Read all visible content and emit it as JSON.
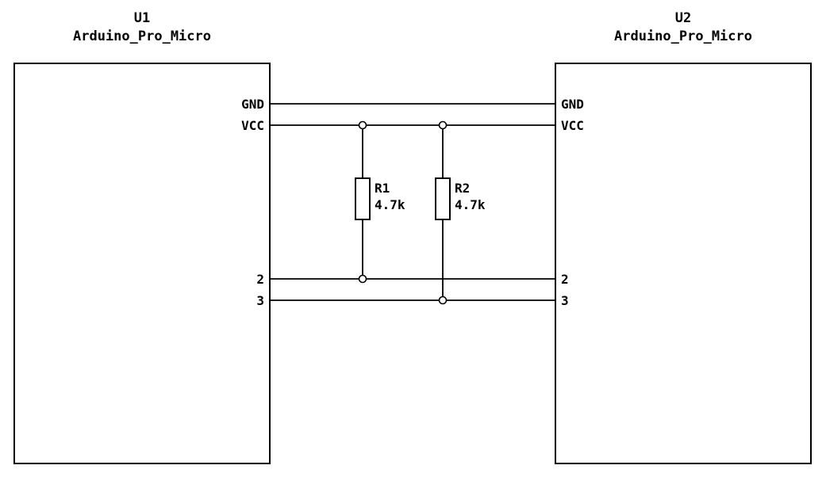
{
  "schematic": {
    "components": {
      "u1": {
        "ref": "U1",
        "value": "Arduino_Pro_Micro",
        "pins": {
          "gnd": "GND",
          "vcc": "VCC",
          "p2": "2",
          "p3": "3"
        }
      },
      "u2": {
        "ref": "U2",
        "value": "Arduino_Pro_Micro",
        "pins": {
          "gnd": "GND",
          "vcc": "VCC",
          "p2": "2",
          "p3": "3"
        }
      },
      "r1": {
        "ref": "R1",
        "value": "4.7k"
      },
      "r2": {
        "ref": "R2",
        "value": "4.7k"
      }
    },
    "colors": {
      "stroke": "#000000",
      "background": "#ffffff"
    }
  }
}
